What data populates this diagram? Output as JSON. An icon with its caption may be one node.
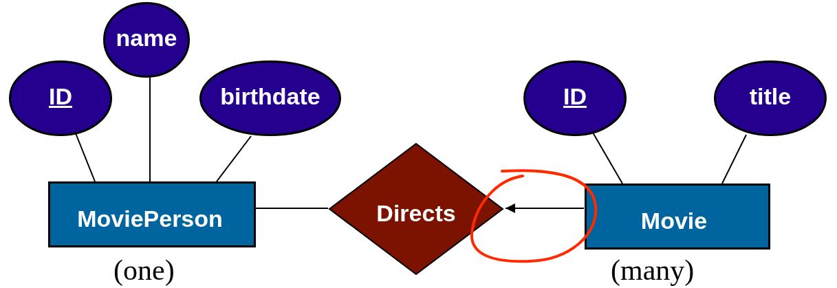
{
  "diagram": {
    "nodes": [
      {
        "text": [
          "ID"
        ]
      },
      {
        "text": [
          "name"
        ]
      },
      {
        "text": [
          "birthdate"
        ]
      },
      {
        "text": [
          "MoviePerson"
        ],
        "beside": [
          "(one)"
        ]
      },
      {
        "text": [
          "Directs"
        ]
      },
      {
        "text": [
          "ID"
        ]
      },
      {
        "text": [
          "title"
        ]
      },
      {
        "text": [
          "Movie"
        ],
        "beside": [
          "(many)"
        ]
      }
    ],
    "edges": [
      {
        "from": 0,
        "to": 3,
        "arrow": "none"
      },
      {
        "from": 1,
        "to": 3,
        "arrow": "none"
      },
      {
        "from": 2,
        "to": 3,
        "arrow": "none"
      },
      {
        "from": 3,
        "to": 4,
        "arrow": "none"
      },
      {
        "from": 7,
        "to": 4,
        "arrow": "to"
      },
      {
        "from": 5,
        "to": 7,
        "arrow": "none"
      },
      {
        "from": 6,
        "to": 7,
        "arrow": "none"
      }
    ]
  }
}
